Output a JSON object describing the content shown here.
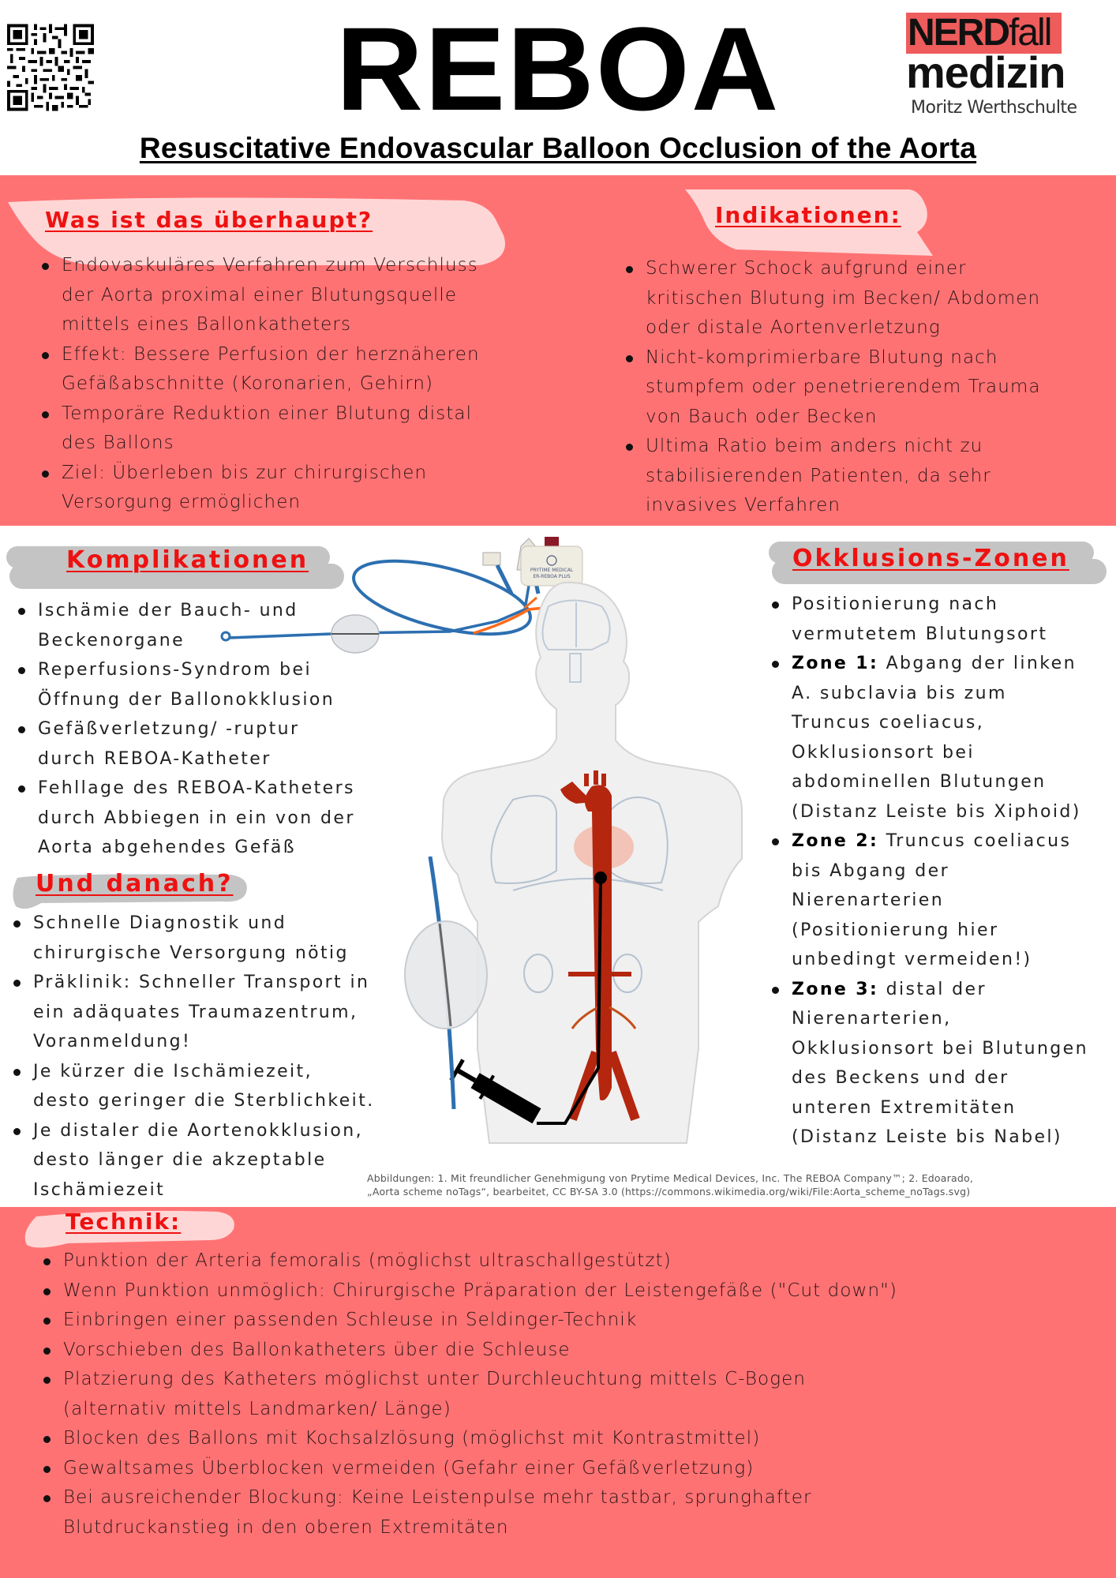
{
  "header": {
    "qr_code": "qr-code",
    "title": "REBOA",
    "subtitle": "Resuscitative Endovascular Balloon Occlusion of the Aorta",
    "logo": {
      "nerd": "NERD",
      "fall": "fall",
      "medizin": "medizin",
      "author": "Moritz Werthschulte"
    }
  },
  "colors": {
    "band": "#ff7274",
    "heading_red": "#ee1111",
    "brush_light": "#ffd6d6",
    "brush_gray": "#c4c4c4",
    "logo_red": "#ee5c5c",
    "aorta": "#b5260f"
  },
  "sections": {
    "was_ist": {
      "heading": "Was ist das überhaupt?",
      "items": [
        "Endovaskuläres Verfahren zum Verschluss\nder Aorta proximal einer Blutungsquelle\nmittels eines Ballonkatheters",
        "Effekt: Bessere Perfusion der herznäheren\nGefäßabschnitte (Koronarien, Gehirn)",
        "Temporäre Reduktion einer Blutung distal\ndes Ballons",
        "Ziel: Überleben bis zur chirurgischen\nVersorgung ermöglichen"
      ]
    },
    "indikationen": {
      "heading": "Indikationen:",
      "items": [
        "Schwerer Schock aufgrund einer\nkritischen Blutung im Becken/ Abdomen\noder distale Aortenverletzung",
        "Nicht-komprimierbare Blutung nach\nstumpfem oder penetrierendem Trauma\nvon Bauch oder Becken",
        "Ultima Ratio beim anders nicht zu\nstabilisierenden Patienten, da sehr\ninvasives Verfahren"
      ]
    },
    "komplikationen": {
      "heading": "Komplikationen",
      "items": [
        "Ischämie der Bauch- und\nBeckenorgane",
        "Reperfusions-Syndrom bei\nÖffnung der Ballonokklusion",
        "Gefäßverletzung/ -ruptur\ndurch REBOA-Katheter",
        "Fehllage des REBOA-Katheters\ndurch Abbiegen in ein von der\nAorta abgehendes Gefäß"
      ]
    },
    "und_danach": {
      "heading": "Und danach?",
      "items": [
        "Schnelle Diagnostik und\nchirurgische Versorgung nötig",
        "Präklinik: Schneller Transport in\nein adäquates Traumazentrum,\nVoranmeldung!",
        "Je kürzer die Ischämiezeit,\ndesto geringer die Sterblichkeit.",
        "Je distaler die Aortenokklusion,\ndesto länger die akzeptable\nIschämiezeit"
      ]
    },
    "zonen": {
      "heading": "Okklusions-Zonen",
      "intro": "Positionierung nach\nvermutetem Blutungsort",
      "zone1_label": "Zone 1:",
      "zone1_text": " Abgang der linken\nA. subclavia bis zum\nTruncus coeliacus,\nOkklusionsort bei\nabdominellen Blutungen\n(Distanz Leiste bis Xiphoid)",
      "zone2_label": " Zone 2:",
      "zone2_text": " Truncus coeliacus\nbis Abgang der\nNierenarterien\n(Positionierung hier\nunbedingt vermeiden!)",
      "zone3_label": " Zone 3:",
      "zone3_text": " distal der\nNierenarterien,\nOkklusionsort bei Blutungen\ndes Beckens und der\nunteren Extremitäten\n(Distanz Leiste bis Nabel)"
    },
    "technik": {
      "heading": "Technik:",
      "items": [
        "Punktion der Arteria femoralis (möglichst ultraschallgestützt)",
        "Wenn Punktion unmöglich: Chirurgische Präparation der Leistengefäße (\"Cut down\")",
        "Einbringen einer passenden Schleuse in Seldinger-Technik",
        "Vorschieben des Ballonkatheters über die Schleuse",
        "Platzierung des Katheters möglichst unter Durchleuchtung mittels C-Bogen\n(alternativ mittels Landmarken/ Länge)",
        "Blocken des Ballons mit Kochsalzlösung (möglichst mit Kontrastmittel)",
        "Gewaltsames Überblocken vermeiden (Gefahr einer Gefäßverletzung)",
        "Bei ausreichender Blockung: Keine Leistenpulse mehr tastbar, sprunghafter\nBlutdruckanstieg in den oberen Extremitäten"
      ]
    }
  },
  "figures": {
    "catheter_label_1": "PRYTIME MEDICAL",
    "catheter_label_2": "ER-REBOA PLUS"
  },
  "credits": {
    "line1": "Abbildungen: 1. Mit freundlicher Genehmigung von Prytime Medical Devices, Inc. The REBOA Company™; 2. Edoarado,",
    "line2": "„Aorta scheme noTags“, bearbeitet, CC BY-SA 3.0  (https://commons.wikimedia.org/wiki/File:Aorta_scheme_noTags.svg)"
  }
}
